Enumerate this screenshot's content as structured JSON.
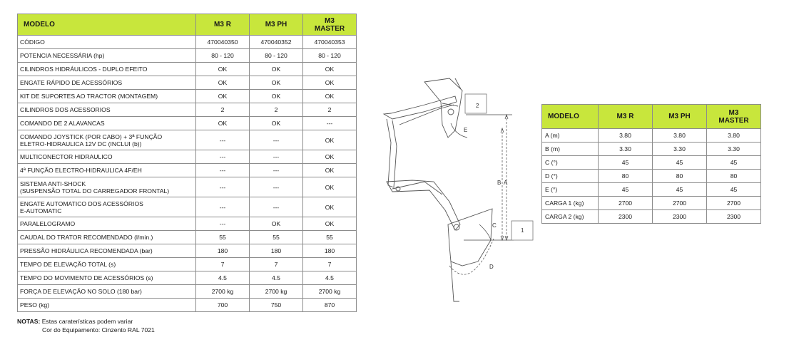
{
  "spec_table": {
    "header": {
      "model": "MODELO",
      "col1": "M3 R",
      "col2": "M3 PH",
      "col3a": "M3",
      "col3b": "MASTER"
    },
    "rows": [
      {
        "label": "CÓDIGO",
        "v": [
          "470040350",
          "470040352",
          "470040353"
        ]
      },
      {
        "label": "POTENCIA NECESSÁRIA (hp)",
        "v": [
          "80 - 120",
          "80 - 120",
          "80 - 120"
        ]
      },
      {
        "label": "CILINDROS HIDRÁULICOS - DUPLO EFEITO",
        "v": [
          "OK",
          "OK",
          "OK"
        ]
      },
      {
        "label": "ENGATE RÁPIDO DE ACESSÓRIOS",
        "v": [
          "OK",
          "OK",
          "OK"
        ]
      },
      {
        "label": "KIT DE SUPORTES AO TRACTOR (MONTAGEM)",
        "v": [
          "OK",
          "OK",
          "OK"
        ]
      },
      {
        "label": "CILINDROS DOS ACESSORIOS",
        "v": [
          "2",
          "2",
          "2"
        ]
      },
      {
        "label": "COMANDO DE 2 ALAVANCAS",
        "v": [
          "OK",
          "OK",
          "---"
        ]
      },
      {
        "label": "COMANDO JOYSTICK (POR CABO) + 3ª FUNÇÃO",
        "label2": "ELETRO-HIDRAULICA 12V DC (INCLUI (b))",
        "v": [
          "---",
          "---",
          "OK"
        ]
      },
      {
        "label": "MULTICONECTOR HIDRAULICO",
        "v": [
          "---",
          "---",
          "OK"
        ]
      },
      {
        "label": "4ª FUNÇÃO ELECTRO-HIDRAULICA 4F/EH",
        "v": [
          "---",
          "---",
          "OK"
        ]
      },
      {
        "label": "SISTEMA ANTI-SHOCK",
        "label2": "(SUSPENSÃO TOTAL DO CARREGADOR FRONTAL)",
        "v": [
          "---",
          "---",
          "OK"
        ]
      },
      {
        "label": "ENGATE AUTOMATICO DOS ACESSÓRIOS",
        "label2": "E-AUTOMATIC",
        "v": [
          "---",
          "---",
          "OK"
        ]
      },
      {
        "label": "PARALELOGRAMO",
        "v": [
          "---",
          "OK",
          "OK"
        ]
      },
      {
        "label": "CAUDAL DO TRATOR RECOMENDADO (l/min.)",
        "v": [
          "55",
          "55",
          "55"
        ]
      },
      {
        "label": "PRESSÃO HIDRÁULICA RECOMENDADA (bar)",
        "v": [
          "180",
          "180",
          "180"
        ]
      },
      {
        "label": "TEMPO DE ELEVAÇÃO TOTAL (s)",
        "v": [
          "7",
          "7",
          "7"
        ]
      },
      {
        "label": "TEMPO DO MOVIMENTO DE ACESSÓRIOS (s)",
        "v": [
          "4.5",
          "4.5",
          "4.5"
        ]
      },
      {
        "label": "FORÇA DE ELEVAÇÃO NO SOLO (180 bar)",
        "v": [
          "2700 kg",
          "2700 kg",
          "2700 kg"
        ]
      },
      {
        "label": "PESO (kg)",
        "v": [
          "700",
          "750",
          "870"
        ]
      }
    ]
  },
  "notes": {
    "label": "NOTAS:",
    "line1": "Estas caraterísticas podem variar",
    "line2": "Cor do Equipamento: Cinzento RAL 7021"
  },
  "diagram": {
    "labels": {
      "b": "B",
      "a": "A",
      "c": "C",
      "d": "D",
      "e": "E",
      "box1": "1",
      "box2": "2"
    }
  },
  "dim_table": {
    "header": {
      "model": "MODELO",
      "col1": "M3 R",
      "col2": "M3 PH",
      "col3a": "M3",
      "col3b": "MASTER"
    },
    "rows": [
      {
        "label": "A (m)",
        "v": [
          "3.80",
          "3.80",
          "3.80"
        ]
      },
      {
        "label": "B (m)",
        "v": [
          "3.30",
          "3.30",
          "3.30"
        ]
      },
      {
        "label": "C (°)",
        "v": [
          "45",
          "45",
          "45"
        ]
      },
      {
        "label": "D (°)",
        "v": [
          "80",
          "80",
          "80"
        ]
      },
      {
        "label": "E (°)",
        "v": [
          "45",
          "45",
          "45"
        ]
      },
      {
        "label": "CARGA 1 (kg)",
        "v": [
          "2700",
          "2700",
          "2700"
        ]
      },
      {
        "label": "CARGA 2 (kg)",
        "v": [
          "2300",
          "2300",
          "2300"
        ]
      }
    ]
  }
}
